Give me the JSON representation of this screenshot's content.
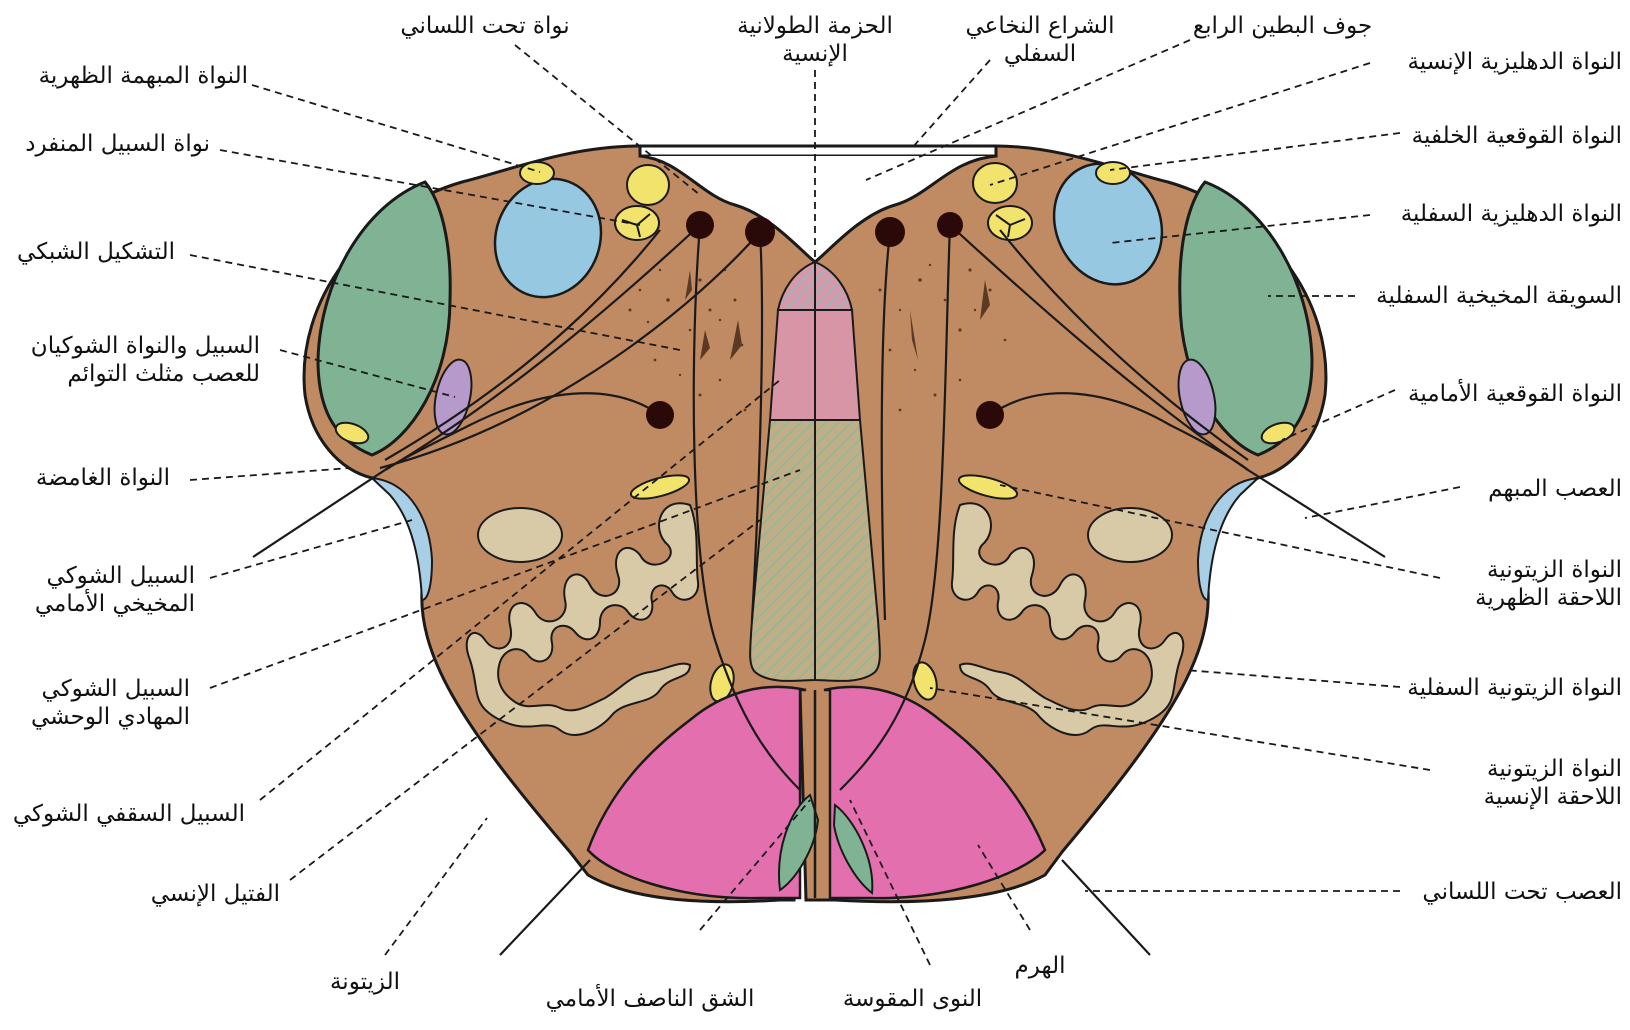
{
  "colors": {
    "tissue": "#c08a62",
    "lemniscus_pyramid": "#e46fae",
    "lemniscus_hatch": "#b7a57a",
    "inferior_peduncle": "#7fb393",
    "vestibular": "#96c8e2",
    "spinal_trigeminal": "#b59acb",
    "nucleus_yellow": "#f2e36c",
    "olive": "#d9caa7",
    "ventral_spinocerebellar": "#a9cfe6",
    "arcuate": "#7fb393",
    "outline": "#1a1a1a"
  },
  "labels": {
    "hypoglossal_nucleus": "نواة تحت اللساني",
    "medial_longitudinal_fasciculus": "الحزمة الطولانية\nالإنسية",
    "inferior_medullary_velum": "الشراع النخاعي\nالسفلي",
    "fourth_ventricle": "جوف البطين الرابع",
    "dorsal_vagal_nucleus": "النواة المبهمة الظهرية",
    "solitary_tract_nucleus": "نواة السبيل المنفرد",
    "reticular_formation": "التشكيل الشبكي",
    "spinal_trigeminal": "السبيل والنواة الشوكيان\nللعصب مثلث التوائم",
    "nucleus_ambiguus": "النواة الغامضة",
    "ventral_spinocerebellar": "السبيل الشوكي\nالمخيخي الأمامي",
    "spinothalamic": "السبيل الشوكي\nالمهادي الوحشي",
    "spinotectal": "السبيل السقفي الشوكي",
    "medial_lemniscus": "الفتيل الإنسي",
    "olive": "الزيتونة",
    "anterior_median_fissure": "الشق الناصف الأمامي",
    "arcuate_nuclei": "النوى المقوسة",
    "pyramid": "الهرم",
    "medial_vestibular": "النواة الدهليزية الإنسية",
    "posterior_cochlear": "النواة القوقعية الخلفية",
    "inferior_vestibular": "النواة الدهليزية السفلية",
    "inferior_cerebellar_peduncle": "السويقة المخيخية السفلية",
    "anterior_cochlear": "النواة القوقعية الأمامية",
    "vagus_nerve": "العصب المبهم",
    "dorsal_accessory_olive": "النواة الزيتونية\nاللاحقة الظهرية",
    "inferior_olivary_nucleus": "النواة الزيتونية السفلية",
    "medial_accessory_olive": "النواة الزيتونية\nاللاحقة الإنسية",
    "hypoglossal_nerve": "العصب تحت اللساني"
  }
}
